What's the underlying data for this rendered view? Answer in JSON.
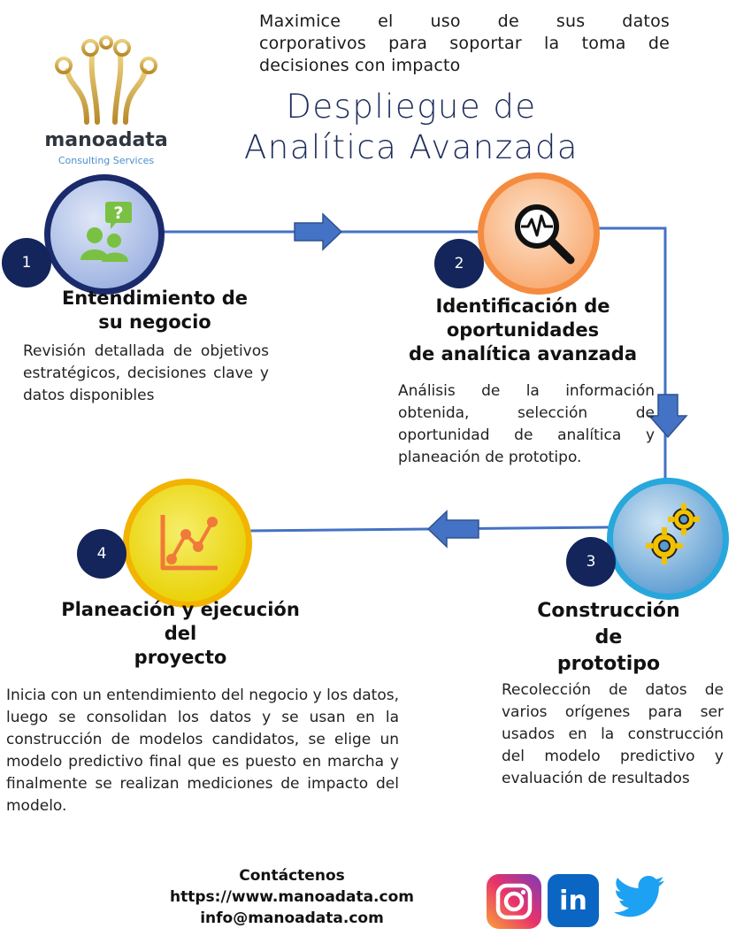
{
  "tagline": {
    "line1": "Maximice el uso de sus datos",
    "line2": "corporativos para soportar la toma de",
    "line3": "decisiones con impacto"
  },
  "title": {
    "line1": "Despliegue de",
    "line2": "Analítica Avanzada"
  },
  "brand": {
    "name": "manoadata",
    "subtitle": "Consulting Services"
  },
  "steps": [
    {
      "number": "1",
      "heading_lines": [
        "Entendimiento de",
        "su negocio"
      ],
      "description": "Revisión detallada de objetivos estratégicos, decisiones clave y datos disponibles",
      "icon": "people-question-icon",
      "color": "#1b2a6b"
    },
    {
      "number": "2",
      "heading_lines": [
        "Identificación de",
        "oportunidades",
        "de analítica avanzada"
      ],
      "description": "Análisis de la información obtenida, selección de oportunidad de analítica y planeación de prototipo.",
      "icon": "magnifier-pulse-icon",
      "color": "#f9a86a"
    },
    {
      "number": "3",
      "heading_lines": [
        "Construcción",
        "de",
        "prototipo"
      ],
      "description": "Recolección de datos de varios orígenes para ser usados en la construcción del modelo predictivo y evaluación de resultados",
      "icon": "gears-icon",
      "color": "#27a7dc"
    },
    {
      "number": "4",
      "heading_lines": [
        "Planeación y ejecución",
        "del",
        "proyecto"
      ],
      "description": "Inicia con un entendimiento del negocio y los datos, luego se consolidan los datos y se usan en la construcción de modelos candidatos, se elige un modelo predictivo final que es puesto en marcha y finalmente se realizan mediciones de impacto del modelo.",
      "icon": "line-chart-icon",
      "color": "#f2c200"
    }
  ],
  "contact": {
    "label": "Contáctenos",
    "website": "https://www.manoadata.com",
    "email": "info@manoadata.com"
  },
  "social": {
    "instagram_icon": "instagram-icon",
    "linkedin_icon": "linkedin-icon",
    "linkedin_text": "in",
    "twitter_icon": "twitter-icon"
  },
  "colors": {
    "line": "#4472c4",
    "number_badge": "#13255a",
    "title": "#1f2d5c",
    "gold": "#c9a244"
  }
}
